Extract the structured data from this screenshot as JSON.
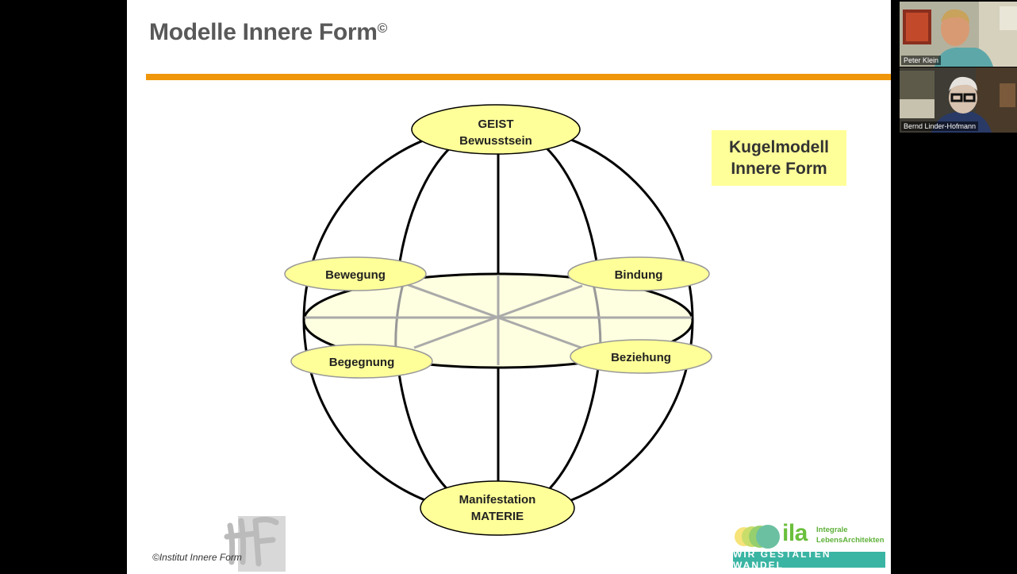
{
  "slide": {
    "title": "Modelle Innere Form",
    "title_mark": "©",
    "accent_color": "#f0960a",
    "model_box": {
      "line1": "Kugelmodell",
      "line2": "Innere Form",
      "color": "#ffff99"
    },
    "copyright": "©Institut Innere Form",
    "iif_logo_text": "IIF"
  },
  "diagram": {
    "node_fill_color": "#ffff99",
    "equator_fill_color": "#fefee0",
    "top": {
      "line1": "GEIST",
      "line2": "Bewusstsein"
    },
    "bottom": {
      "line1": "Manifestation",
      "line2": "MATERIE"
    },
    "bewegung": "Bewegung",
    "bindung": "Bindung",
    "begegnung": "Begegnung",
    "beziehung": "Beziehung"
  },
  "ila_logo": {
    "word": "ila",
    "sub1": "Integrale",
    "sub2": "LebensArchitekten",
    "banner": "WIR GESTALTEN WANDEL"
  },
  "participants": [
    {
      "name": "Peter Klein"
    },
    {
      "name": "Bernd Linder-Hofmann"
    }
  ]
}
